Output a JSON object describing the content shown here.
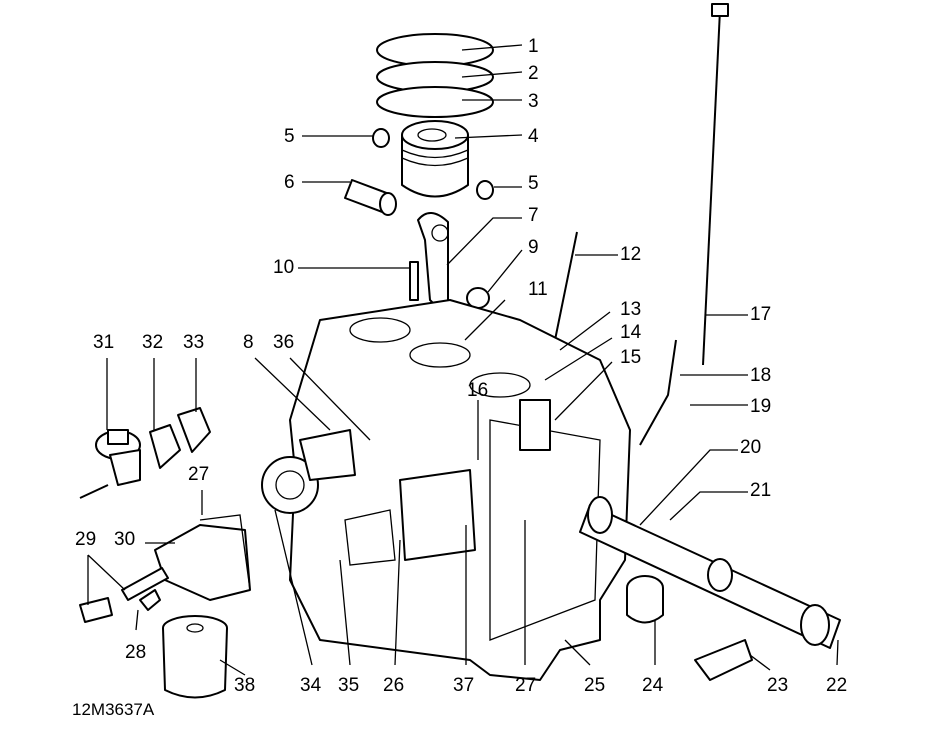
{
  "diagram": {
    "figure_id": "12M3637A",
    "callouts": [
      "1",
      "2",
      "3",
      "4",
      "5",
      "5",
      "6",
      "7",
      "8",
      "9",
      "10",
      "11",
      "12",
      "13",
      "14",
      "15",
      "16",
      "17",
      "18",
      "19",
      "20",
      "21",
      "22",
      "23",
      "24",
      "25",
      "26",
      "27",
      "27",
      "28",
      "29",
      "30",
      "31",
      "32",
      "33",
      "34",
      "35",
      "36",
      "37",
      "38"
    ]
  }
}
